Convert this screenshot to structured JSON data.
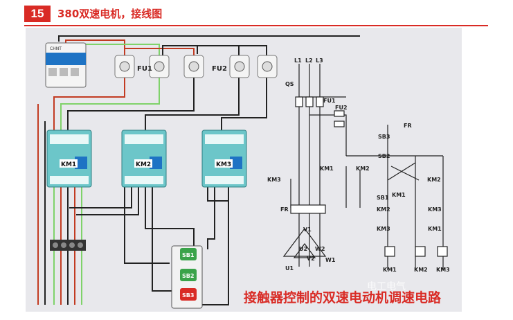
{
  "header": {
    "number": "15",
    "title": "380双速电机，接线图"
  },
  "wiring": {
    "fuse_labels": [
      "FU1",
      "FU2"
    ],
    "contactors": [
      "KM1",
      "KM2",
      "KM3"
    ],
    "buttons": [
      "SB1",
      "SB2",
      "SB3"
    ],
    "colors": {
      "badge": "#d92b25",
      "contactor_body": "#6cc6c9",
      "button_sb3": "#d92b25",
      "button_green": "#3aa34a"
    }
  },
  "schematic": {
    "phases": [
      "L1",
      "L2",
      "L3"
    ],
    "qs": "QS",
    "fu1": "FU1",
    "fu2": "FU2",
    "fr": "FR",
    "sb3": "SB3",
    "sb2": "SB2",
    "sb1": "SB1",
    "km1": "KM1",
    "km2": "KM2",
    "km3": "KM3",
    "terminals": [
      "V1",
      "U2",
      "W2",
      "V2",
      "U1",
      "W1"
    ]
  },
  "caption": "接触器控制的双速电动机调速电路",
  "watermark": "电工电气"
}
